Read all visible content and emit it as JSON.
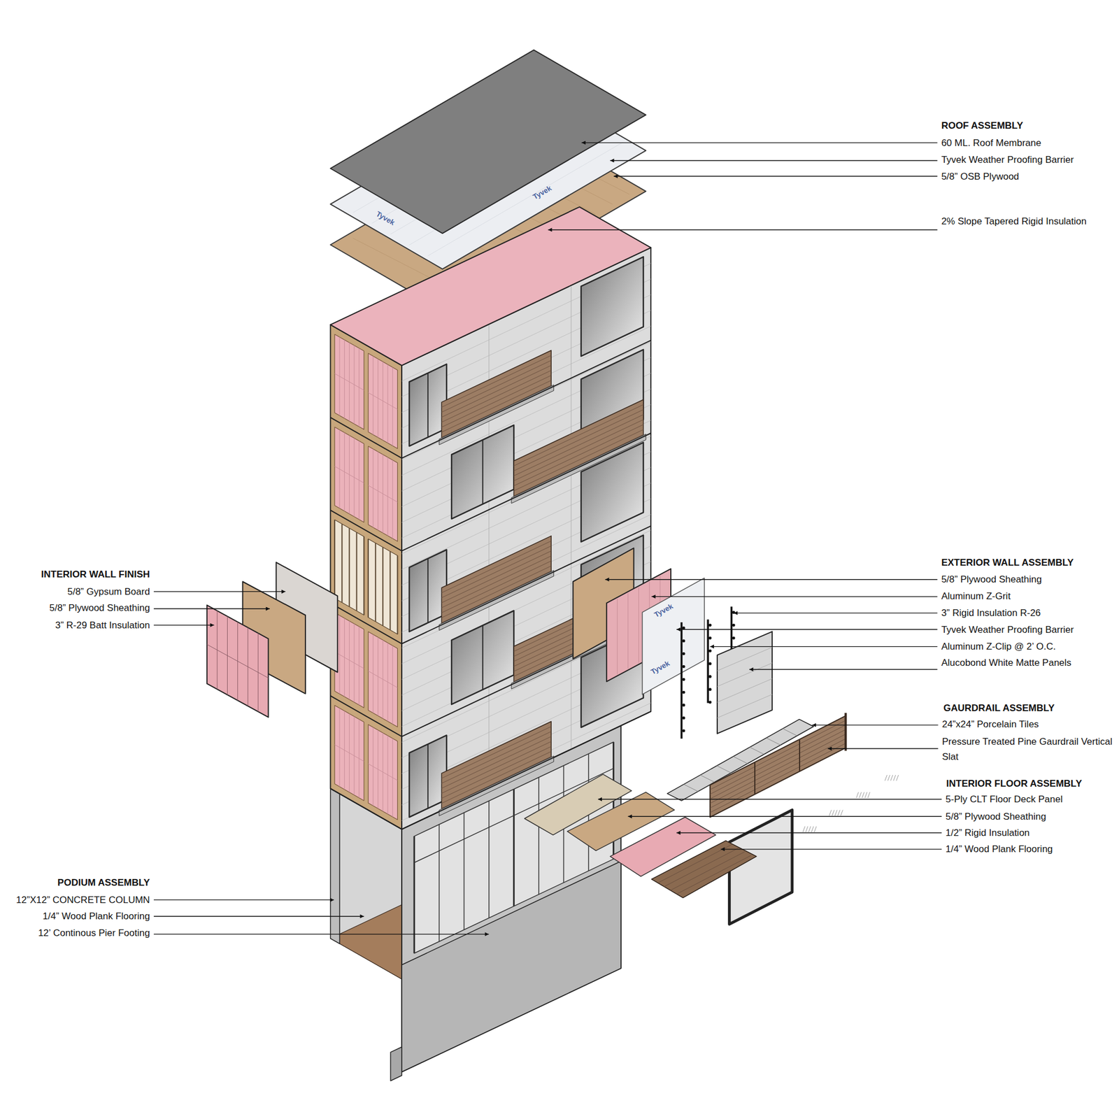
{
  "diagram": {
    "labels": [
      "ROOF ASSEMBLY",
      "60 ML. Roof Membrane",
      "Tyvek Weather Proofing Barrier",
      "5/8” OSB Plywood",
      "2% Slope Tapered Rigid Insulation",
      "INTERIOR WALL FINISH",
      "5/8” Gypsum Board",
      "5/8” Plywood Sheathing",
      "3” R-29 Batt Insulation",
      "EXTERIOR WALL ASSEMBLY",
      "5/8” Plywood Sheathing",
      "Aluminum Z-Grit",
      "3” Rigid Insulation R-26",
      "Tyvek Weather Proofing Barrier",
      "Aluminum Z-Clip @ 2’ O.C.",
      "Alucobond White Matte Panels",
      "GAURDRAIL ASSEMBLY",
      "24”x24” Porcelain Tiles",
      "Pressure Treated Pine Gaurdrail Vertical Slat",
      "INTERIOR FLOOR ASSEMBLY",
      "5-Ply CLT Floor Deck Panel",
      "5/8” Plywood Sheathing",
      "1/2” Rigid Insulation",
      "1/4” Wood Plank Flooring",
      "PODIUM ASSEMBLY",
      "12”X12” CONCRETE COLUMN",
      "1/4” Wood Plank Flooring",
      "12’ Continous Pier Footing",
      "Tyvek",
      "Tyvek",
      "Tyvek",
      "Tyvek"
    ]
  }
}
